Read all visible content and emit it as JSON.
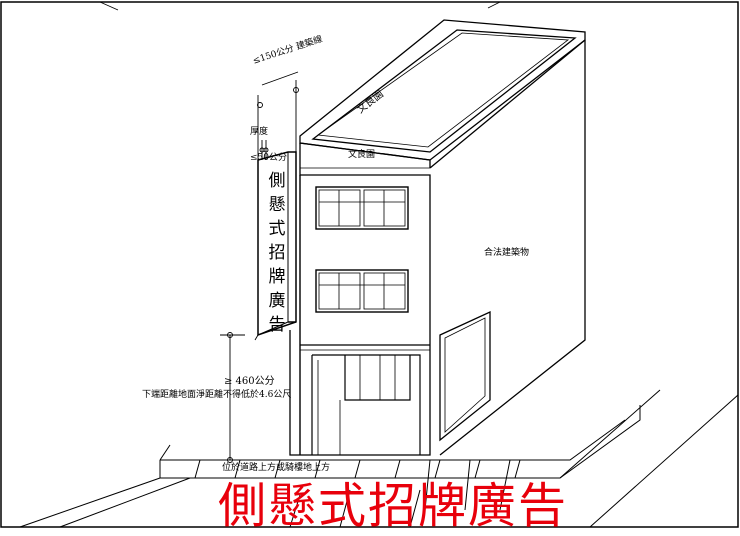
{
  "labels": {
    "max_projection": "≤150公分 建築線",
    "thickness": "厚度",
    "max_thickness": "≤50公分",
    "roof_sign_top": "文良園",
    "facade_name": "文良園",
    "legal_building": "合法建築物",
    "min_height": "≥ 460公分",
    "clearance_note": "下端距離地面淨距離不得低於4.6公尺",
    "position_note": "位於道路上方或騎樓地上方"
  },
  "sign": {
    "characters": [
      "側",
      "懸",
      "式",
      "招",
      "牌",
      "廣",
      "告"
    ]
  },
  "title": "側懸式招牌廣告",
  "colors": {
    "title": "#e8000b",
    "line": "#000000",
    "background": "#ffffff"
  }
}
